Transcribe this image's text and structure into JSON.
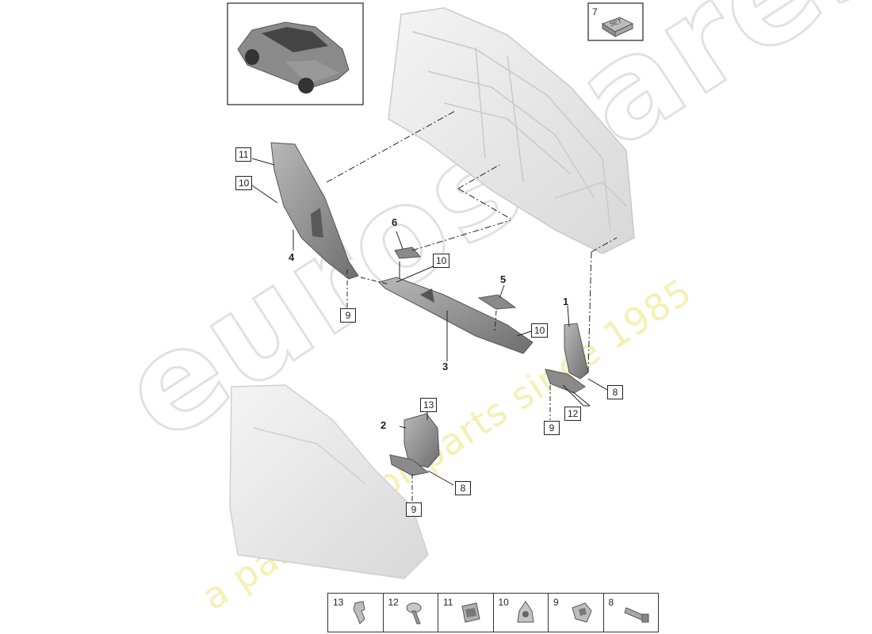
{
  "watermark": {
    "brand": "eurospares",
    "tagline": "a passion for parts since 1985"
  },
  "thumbnail": {
    "icon": "car-thumbnail-icon"
  },
  "set_box": {
    "number": "7",
    "label": "SET"
  },
  "callouts": {
    "c11": "11",
    "c10a": "10",
    "c4": "4",
    "c6": "6",
    "c9a": "9",
    "c10b": "10",
    "c5": "5",
    "c10c": "10",
    "c3": "3",
    "c1": "1",
    "c8a": "8",
    "c12": "12",
    "c9b": "9",
    "c13": "13",
    "c2": "2",
    "c8b": "8",
    "c9c": "9"
  },
  "legend": [
    {
      "number": "13",
      "icon": "clip-13-icon"
    },
    {
      "number": "12",
      "icon": "screw-12-icon"
    },
    {
      "number": "11",
      "icon": "clip-11-icon"
    },
    {
      "number": "10",
      "icon": "nut-10-icon"
    },
    {
      "number": "9",
      "icon": "clip-9-icon"
    },
    {
      "number": "8",
      "icon": "rail-8-icon"
    }
  ]
}
